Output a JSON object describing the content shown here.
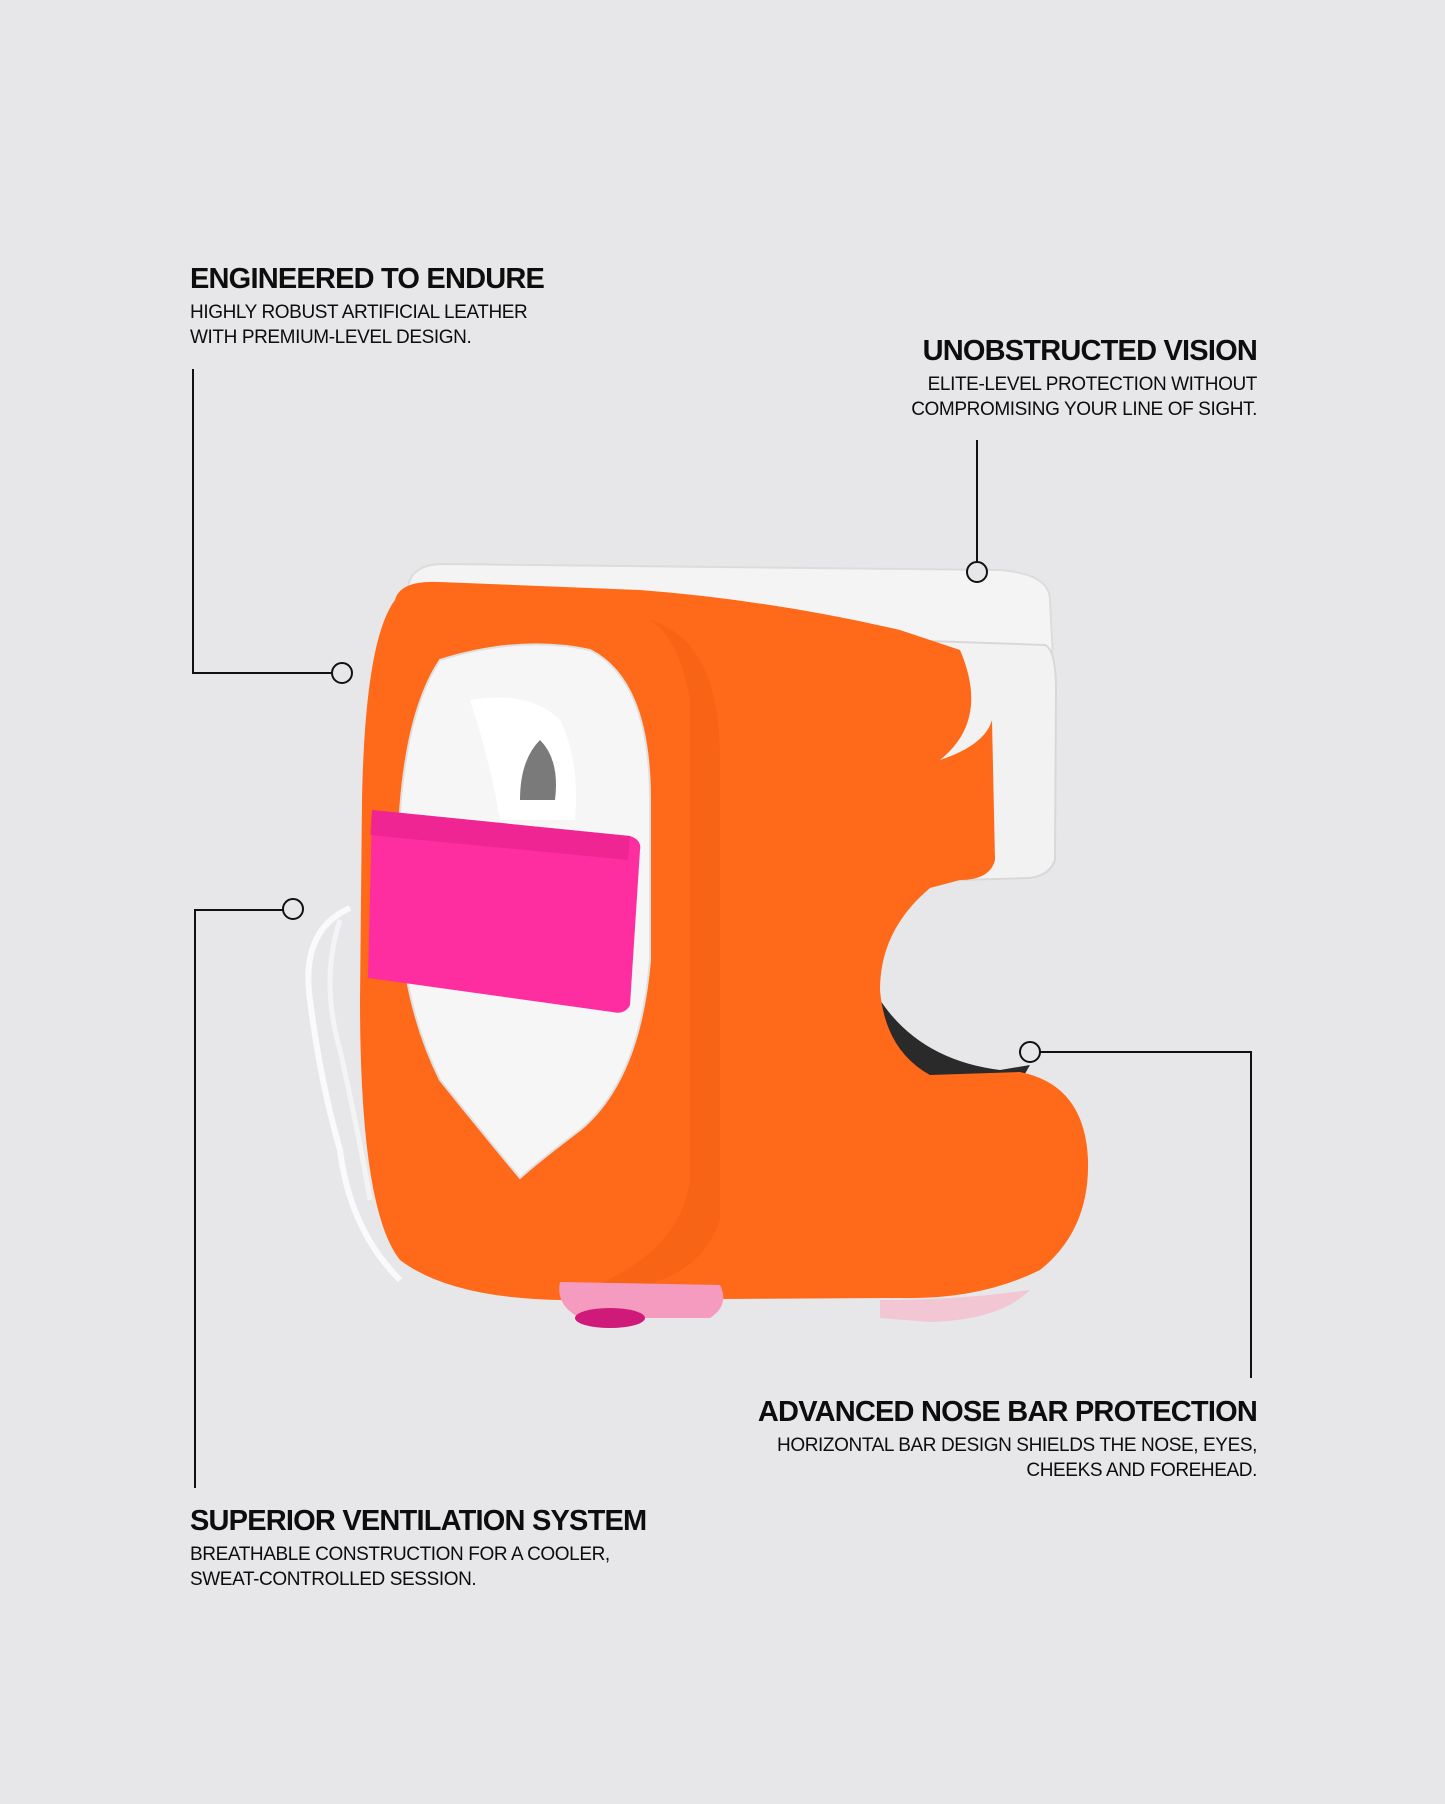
{
  "features": [
    {
      "title": "ENGINEERED TO ENDURE",
      "lines": [
        "HIGHLY ROBUST ARTIFICIAL LEATHER",
        "WITH PREMIUM-LEVEL DESIGN."
      ]
    },
    {
      "title": "UNOBSTRUCTED VISION",
      "lines": [
        "ELITE-LEVEL PROTECTION WITHOUT",
        "COMPROMISING YOUR LINE OF SIGHT."
      ]
    },
    {
      "title": "ADVANCED NOSE BAR PROTECTION",
      "lines": [
        "HORIZONTAL BAR DESIGN SHIELDS THE NOSE, EYES,",
        "CHEEKS AND FOREHEAD."
      ]
    },
    {
      "title": "SUPERIOR VENTILATION SYSTEM",
      "lines": [
        "BREATHABLE CONSTRUCTION FOR A COOLER,",
        "SWEAT-CONTROLLED SESSION."
      ]
    }
  ],
  "product": {
    "icon": "boxing-headgear-image"
  },
  "colors": {
    "background": "#e7e7e9",
    "orange": "#ff6a1a",
    "pink": "#ff2ea0",
    "white": "#f7f7f7",
    "line": "#111111"
  }
}
